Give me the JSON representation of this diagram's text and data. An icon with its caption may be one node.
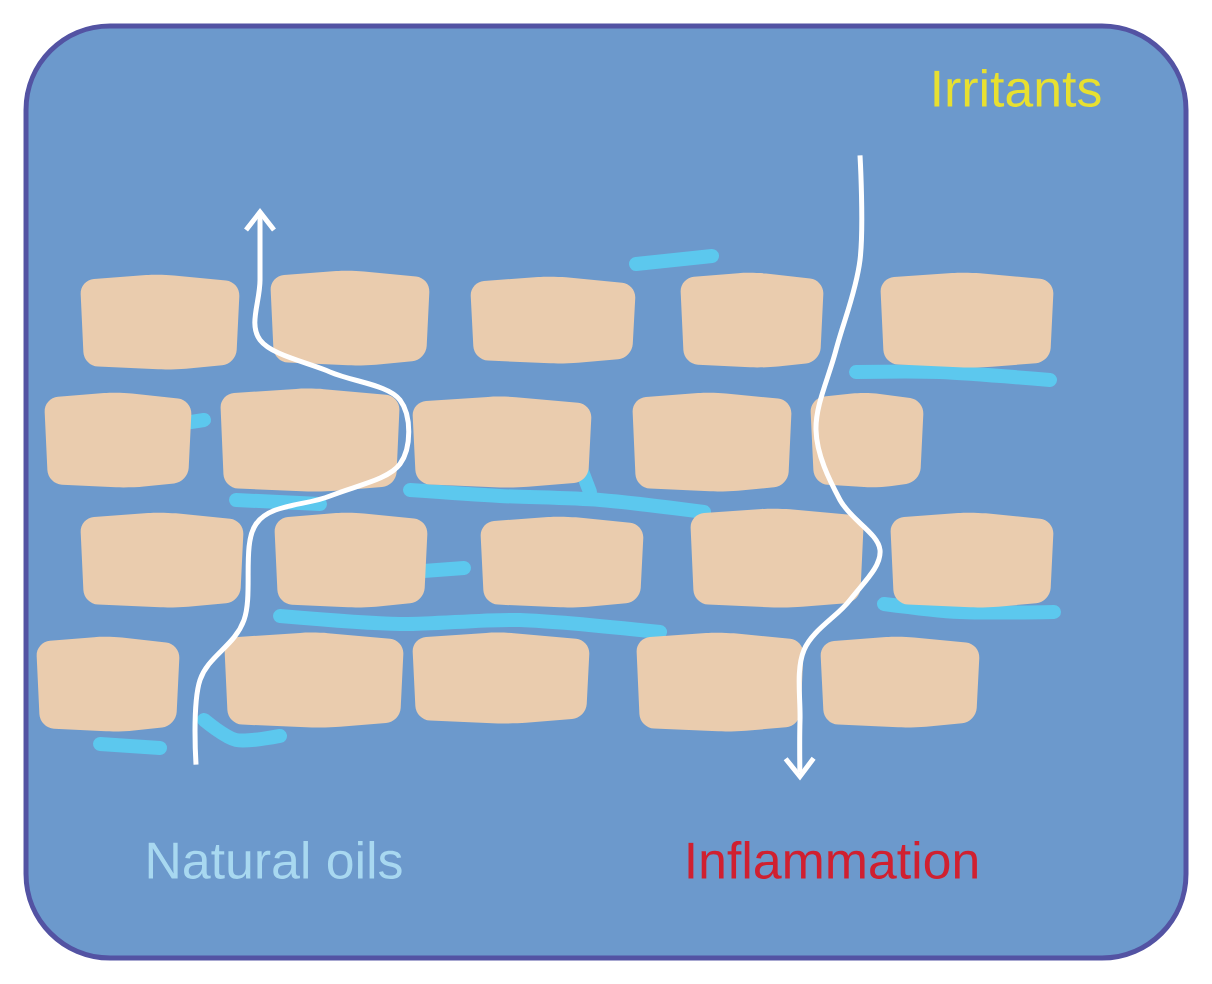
{
  "diagram": {
    "nodes": [
      {
        "text": [
          "Natural oils"
        ]
      },
      {
        "text": [
          "Irritants"
        ]
      },
      {
        "text": [
          "Inflammation"
        ]
      }
    ],
    "edges": [
      {
        "from": 0,
        "to": null,
        "arrow": "to"
      },
      {
        "from": 1,
        "to": 2,
        "arrow": "to"
      }
    ]
  }
}
